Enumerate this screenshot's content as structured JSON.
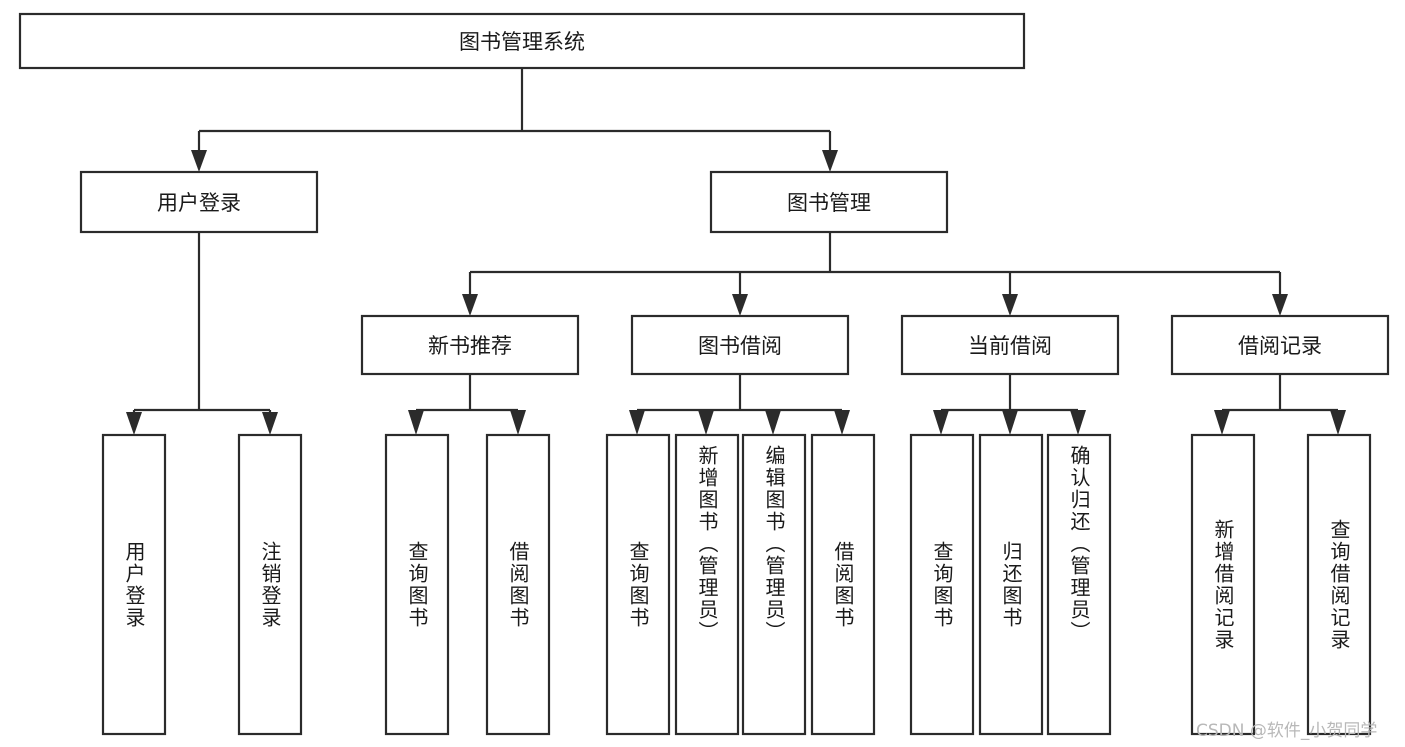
{
  "diagram": {
    "title": "图书管理系统",
    "type": "tree-hierarchy",
    "root": {
      "id": "root",
      "label": "图书管理系统"
    },
    "level2": [
      {
        "id": "user-login",
        "label": "用户登录"
      },
      {
        "id": "book-manage",
        "label": "图书管理"
      }
    ],
    "level3": [
      {
        "id": "new-book-rec",
        "label": "新书推荐",
        "parent": "book-manage"
      },
      {
        "id": "book-borrow",
        "label": "图书借阅",
        "parent": "book-manage"
      },
      {
        "id": "current-borrow",
        "label": "当前借阅",
        "parent": "book-manage"
      },
      {
        "id": "borrow-record",
        "label": "借阅记录",
        "parent": "book-manage"
      }
    ],
    "leaves": [
      {
        "id": "leaf-user-login",
        "label": "用户登录",
        "parent": "user-login"
      },
      {
        "id": "leaf-user-logout",
        "label": "注销登录",
        "parent": "user-login"
      },
      {
        "id": "leaf-rec-query",
        "label": "查询图书",
        "parent": "new-book-rec"
      },
      {
        "id": "leaf-rec-borrow",
        "label": "借阅图书",
        "parent": "new-book-rec"
      },
      {
        "id": "leaf-borrow-query",
        "label": "查询图书",
        "parent": "book-borrow"
      },
      {
        "id": "leaf-borrow-add",
        "label": "新增图书（管理员）",
        "parent": "book-borrow"
      },
      {
        "id": "leaf-borrow-edit",
        "label": "编辑图书（管理员）",
        "parent": "book-borrow"
      },
      {
        "id": "leaf-borrow-lend",
        "label": "借阅图书",
        "parent": "book-borrow"
      },
      {
        "id": "leaf-cur-query",
        "label": "查询图书",
        "parent": "current-borrow"
      },
      {
        "id": "leaf-cur-return",
        "label": "归还图书",
        "parent": "current-borrow"
      },
      {
        "id": "leaf-cur-confirm",
        "label": "确认归还（管理员）",
        "parent": "current-borrow"
      },
      {
        "id": "leaf-rec-add",
        "label": "新增借阅记录",
        "parent": "borrow-record"
      },
      {
        "id": "leaf-rec-query2",
        "label": "查询借阅记录",
        "parent": "borrow-record"
      }
    ],
    "colors": {
      "stroke": "#2b2b2b",
      "fill": "#ffffff",
      "text": "#1a1a1a",
      "watermark": "#b8b8b8"
    }
  },
  "watermark": {
    "text": "CSDN @软件_小贺同学"
  }
}
